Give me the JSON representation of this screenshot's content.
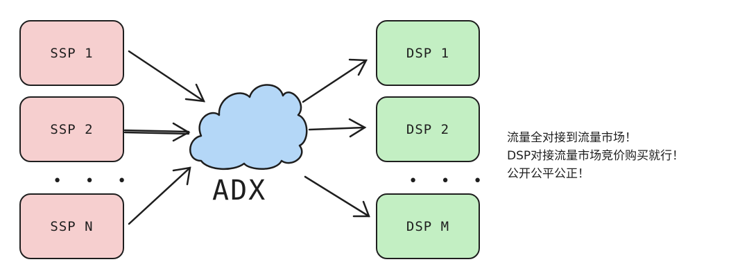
{
  "supply": {
    "boxes": [
      "SSP 1",
      "SSP 2",
      "SSP N"
    ],
    "ellipsis": "• • •",
    "color": "#f6cfcf"
  },
  "exchange": {
    "label": "ADX",
    "icon": "cloud-icon",
    "color": "#b4d7f7"
  },
  "demand": {
    "boxes": [
      "DSP 1",
      "DSP 2",
      "DSP M"
    ],
    "ellipsis": "• • •",
    "color": "#c3efc3"
  },
  "note": {
    "lines": [
      "流量全对接到流量市场！",
      "DSP对接流量市场竞价购买就行！",
      "公开公平公正！"
    ]
  }
}
